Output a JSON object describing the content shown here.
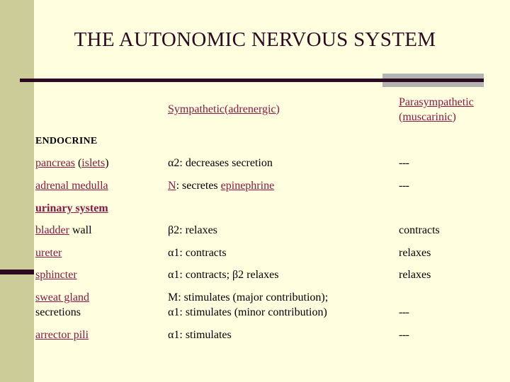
{
  "slide": {
    "title": "THE AUTONOMIC NERVOUS SYSTEM",
    "background_color": "#FFFFE0",
    "sidebar_color": "#CCCC99",
    "accent_color": "#2B0A22",
    "gray_block_color": "#B3B3B3",
    "term_color": "#8C1742",
    "body_color": "#000000"
  },
  "headers": {
    "label_column": "",
    "sympathetic": {
      "term": "Sympathetic",
      "qualifier": "adrenergic",
      "open_paren": "(",
      "close_paren": ")"
    },
    "parasympathetic": {
      "term": "Parasympathetic",
      "qualifier": "muscarinic",
      "open_paren": "(",
      "close_paren": ")"
    }
  },
  "sections": [
    {
      "heading": "ENDOCRINE",
      "heading_style": "caps-black",
      "rows": [
        {
          "label_term": "pancreas",
          "label_paren_open": " (",
          "label_qualifier": "islets",
          "label_paren_close": ")",
          "label_plain": "",
          "sympathetic": "α2: decreases secretion",
          "sympathetic_lead_term": "",
          "sympathetic_tail_term": "",
          "parasympathetic": "---"
        },
        {
          "label_term": "adrenal medulla",
          "label_paren_open": "",
          "label_qualifier": "",
          "label_paren_close": "",
          "label_plain": "",
          "sympathetic_lead_term": "N",
          "sympathetic": ": secretes ",
          "sympathetic_tail_term": "epinephrine",
          "parasympathetic": "---"
        }
      ]
    },
    {
      "heading": "urinary system",
      "heading_style": "bold-red-underline",
      "rows": [
        {
          "label_term": "bladder",
          "label_paren_open": "",
          "label_qualifier": "",
          "label_paren_close": "",
          "label_plain": " wall",
          "sympathetic": "β2: relaxes",
          "sympathetic_lead_term": "",
          "sympathetic_tail_term": "",
          "parasympathetic": "contracts"
        },
        {
          "label_term": "ureter",
          "label_paren_open": "",
          "label_qualifier": "",
          "label_paren_close": "",
          "label_plain": "",
          "sympathetic": "α1: contracts",
          "sympathetic_lead_term": "",
          "sympathetic_tail_term": "",
          "parasympathetic": "relaxes"
        },
        {
          "label_term": "sphincter",
          "label_paren_open": "",
          "label_qualifier": "",
          "label_paren_close": "",
          "label_plain": "",
          "sympathetic": "α1: contracts; β2 relaxes",
          "sympathetic_lead_term": "",
          "sympathetic_tail_term": "",
          "parasympathetic": "relaxes"
        },
        {
          "label_term": "sweat gland",
          "label_paren_open": "",
          "label_qualifier": "",
          "label_paren_close": "",
          "label_plain": "",
          "label_second_line": "secretions",
          "sympathetic": "M: stimulates (major contribution);",
          "sympathetic_second_line": "α1: stimulates (minor contribution)",
          "sympathetic_lead_term": "",
          "sympathetic_tail_term": "",
          "parasympathetic": "---"
        },
        {
          "label_term": "arrector pili",
          "label_paren_open": "",
          "label_qualifier": "",
          "label_paren_close": "",
          "label_plain": "",
          "sympathetic": "α1: stimulates",
          "sympathetic_lead_term": "",
          "sympathetic_tail_term": "",
          "parasympathetic": "---"
        }
      ]
    }
  ]
}
